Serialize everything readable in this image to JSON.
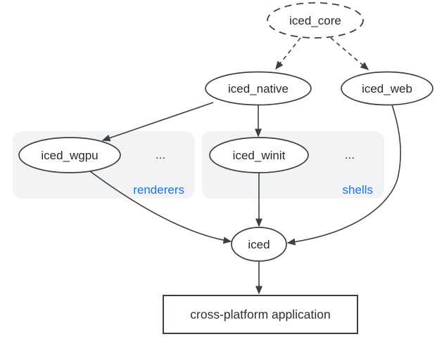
{
  "diagram": {
    "description": "Dependency graph of the iced crate ecosystem",
    "colors": {
      "background": "#ffffff",
      "node_stroke": "#3c4043",
      "edge": "#3c4043",
      "group_fill": "#f1f3f4",
      "group_label": "#1a73e8",
      "text": "#26292c"
    },
    "nodes": {
      "iced_core": {
        "label": "iced_core",
        "shape": "ellipse-dashed"
      },
      "iced_native": {
        "label": "iced_native",
        "shape": "ellipse"
      },
      "iced_web": {
        "label": "iced_web",
        "shape": "ellipse"
      },
      "iced_wgpu": {
        "label": "iced_wgpu",
        "shape": "ellipse"
      },
      "iced_winit": {
        "label": "iced_winit",
        "shape": "ellipse"
      },
      "iced": {
        "label": "iced",
        "shape": "ellipse"
      },
      "app": {
        "label": "cross-platform application",
        "shape": "rectangle"
      }
    },
    "groups": {
      "renderers": {
        "label": "renderers",
        "ellipsis": "...",
        "members": [
          "iced_wgpu"
        ]
      },
      "shells": {
        "label": "shells",
        "ellipsis": "...",
        "members": [
          "iced_winit"
        ]
      }
    },
    "edges": [
      {
        "from": "iced_core",
        "to": "iced_native",
        "style": "dashed"
      },
      {
        "from": "iced_core",
        "to": "iced_web",
        "style": "dashed"
      },
      {
        "from": "iced_native",
        "to": "iced_wgpu",
        "style": "solid"
      },
      {
        "from": "iced_native",
        "to": "iced_winit",
        "style": "solid"
      },
      {
        "from": "iced_wgpu",
        "to": "iced",
        "style": "solid"
      },
      {
        "from": "iced_winit",
        "to": "iced",
        "style": "solid"
      },
      {
        "from": "iced_web",
        "to": "iced",
        "style": "solid"
      },
      {
        "from": "iced",
        "to": "app",
        "style": "solid"
      }
    ]
  }
}
